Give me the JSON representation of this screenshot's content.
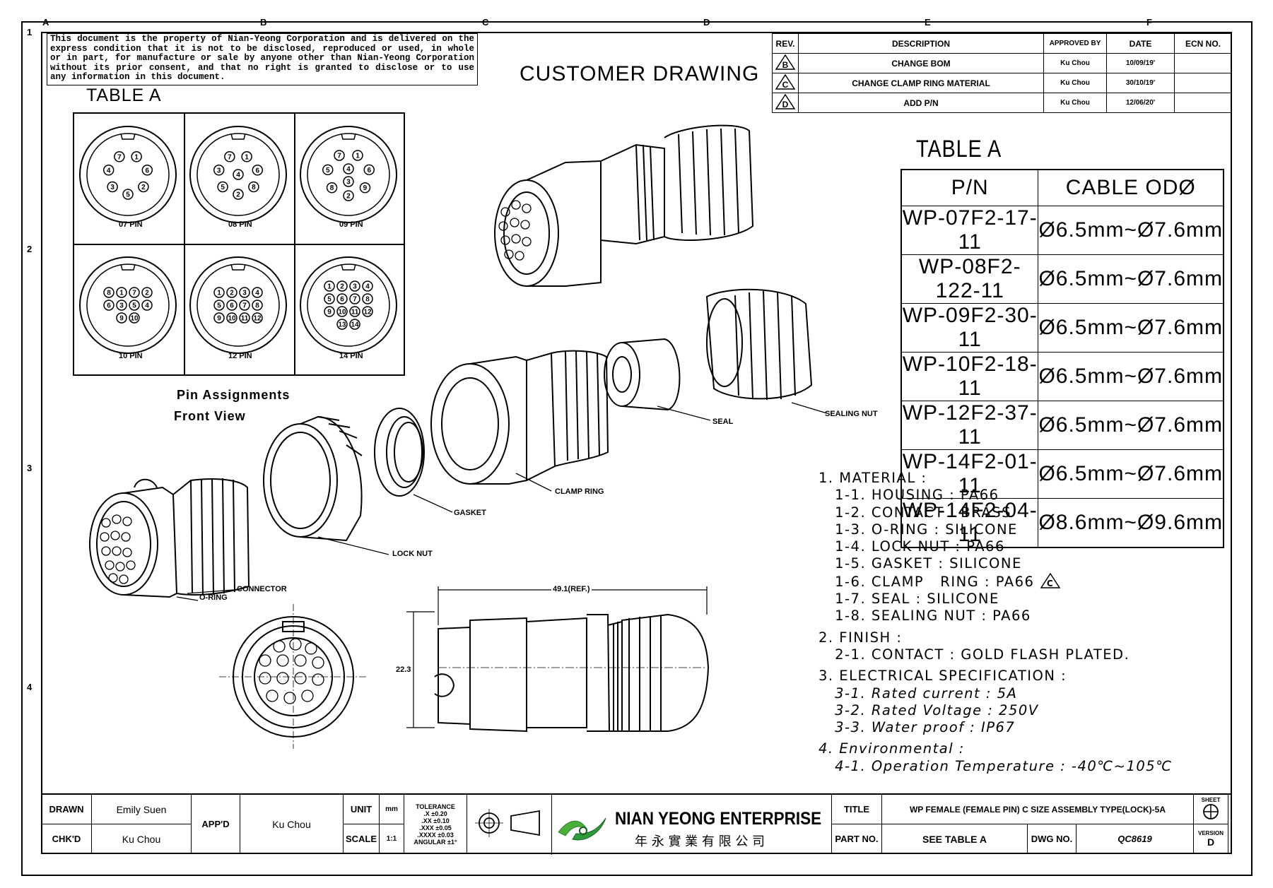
{
  "zones": {
    "top": [
      "A",
      "B",
      "C",
      "D",
      "E",
      "F"
    ],
    "left": [
      "1",
      "2",
      "3",
      "4"
    ]
  },
  "disclaimer": "This document is the property of Nian-Yeong Corporation and is delivered on the express condition that it is not to be disclosed, reproduced or used, in whole or in part, for manufacture or sale by anyone other than Nian-Yeong Corporation without its prior consent, and that no right is granted to disclose or to use any information in this document.",
  "drawing_title": "CUSTOMER DRAWING",
  "table_a_small_title": "TABLE A",
  "pin_diagrams": [
    {
      "label": "07 PIN",
      "pins": [
        "7",
        "1",
        "6",
        "2",
        "5",
        "3",
        "4"
      ]
    },
    {
      "label": "08 PIN",
      "pins": [
        "7",
        "1",
        "6",
        "8",
        "2",
        "5",
        "3",
        "4"
      ]
    },
    {
      "label": "09 PIN",
      "pins": [
        "7",
        "1",
        "6",
        "9",
        "2",
        "8",
        "5",
        "4",
        "3"
      ]
    },
    {
      "label": "10 PIN",
      "pins": [
        "8",
        "1",
        "7",
        "2",
        "6",
        "3",
        "5",
        "4",
        "9",
        "10"
      ]
    },
    {
      "label": "12 PIN",
      "pins": [
        "1",
        "2",
        "3",
        "4",
        "5",
        "6",
        "7",
        "8",
        "9",
        "10",
        "11",
        "12"
      ]
    },
    {
      "label": "14 PIN",
      "pins": [
        "1",
        "2",
        "3",
        "4",
        "5",
        "6",
        "7",
        "8",
        "9",
        "10",
        "11",
        "12",
        "13",
        "14"
      ]
    }
  ],
  "pin_caption_1": "Pin Assignments",
  "pin_caption_2": "Front View",
  "revisions": {
    "headers": [
      "REV.",
      "DESCRIPTION",
      "APPROVED BY",
      "DATE",
      "ECN NO."
    ],
    "rows": [
      {
        "rev": "B",
        "description": "CHANGE BOM",
        "approved": "Ku Chou",
        "date": "10/09/19'",
        "ecn": ""
      },
      {
        "rev": "C",
        "description": "CHANGE CLAMP RING MATERIAL",
        "approved": "Ku Chou",
        "date": "30/10/19'",
        "ecn": ""
      },
      {
        "rev": "D",
        "description": "ADD P/N",
        "approved": "Ku Chou",
        "date": "12/06/20'",
        "ecn": ""
      }
    ]
  },
  "table_a": {
    "title": "TABLE A",
    "headers": [
      "P/N",
      "CABLE ODØ"
    ],
    "rows": [
      [
        "WP-07F2-17-11",
        "Ø6.5mm~Ø7.6mm"
      ],
      [
        "WP-08F2-122-11",
        "Ø6.5mm~Ø7.6mm"
      ],
      [
        "WP-09F2-30-11",
        "Ø6.5mm~Ø7.6mm"
      ],
      [
        "WP-10F2-18-11",
        "Ø6.5mm~Ø7.6mm"
      ],
      [
        "WP-12F2-37-11",
        "Ø6.5mm~Ø7.6mm"
      ],
      [
        "WP-14F2-01-11",
        "Ø6.5mm~Ø7.6mm"
      ],
      [
        "WP-14F2-04-11",
        "Ø8.6mm~Ø9.6mm"
      ]
    ]
  },
  "part_labels": {
    "sealing_nut": "SEALING NUT",
    "seal": "SEAL",
    "clamp_ring": "CLAMP RING",
    "gasket": "GASKET",
    "lock_nut": "LOCK NUT",
    "connector": "CONNECTOR",
    "o_ring": "O-RING"
  },
  "dimensions": {
    "length": "49.1(REF.)",
    "height": "22.3"
  },
  "notes": [
    "1. MATERIAL :",
    "   1-1. HOUSING : PA66",
    "   1-2. CONTACT : BRASS",
    "   1-3. O-RING : SILICONE",
    "   1-4. LOCK NUT : PA66",
    "   1-5. GASKET : SILICONE",
    "   1-6. CLAMP   RING : PA66",
    "   1-7. SEAL : SILICONE",
    "   1-8. SEALING NUT : PA66",
    "2. FINISH :",
    "   2-1. CONTACT : GOLD FLASH PLATED.",
    "3. ELECTRICAL SPECIFICATION :",
    "   3-1. Rated current : 5A",
    "   3-2. Rated Voltage : 250V",
    "   3-3. Water proof : IP67",
    "4. Environmental :",
    "   4-1. Operation Temperature : -40℃~105℃"
  ],
  "note_rev_mark": "C",
  "title_block": {
    "drawn_label": "DRAWN",
    "drawn": "Emily Suen",
    "chkd_label": "CHK'D",
    "chkd": "Ku Chou",
    "appd_label": "APP'D",
    "appd": "Ku Chou",
    "unit_label": "UNIT",
    "unit": "mm",
    "scale_label": "SCALE",
    "scale": "1:1",
    "tolerance_title": "TOLERANCE",
    "tolerance_rows": [
      ".X   ±0.20",
      ".XX  ±0.10",
      ".XXX ±0.05",
      ".XXXX ±0.03"
    ],
    "angular": "ANGULAR  ±1°",
    "company_en": "NIAN YEONG ENTERPRISE",
    "company_zh": "年 永 實 業 有 限 公 司",
    "title_label": "TITLE",
    "title": "WP FEMALE (FEMALE PIN) C SIZE ASSEMBLY TYPE(LOCK)-5A",
    "partno_label": "PART NO.",
    "partno": "SEE TABLE A",
    "dwgno_label": "DWG NO.",
    "dwgno": "QC8619",
    "sheet_label": "SHEET",
    "version_label": "VERSION",
    "version": "D"
  }
}
